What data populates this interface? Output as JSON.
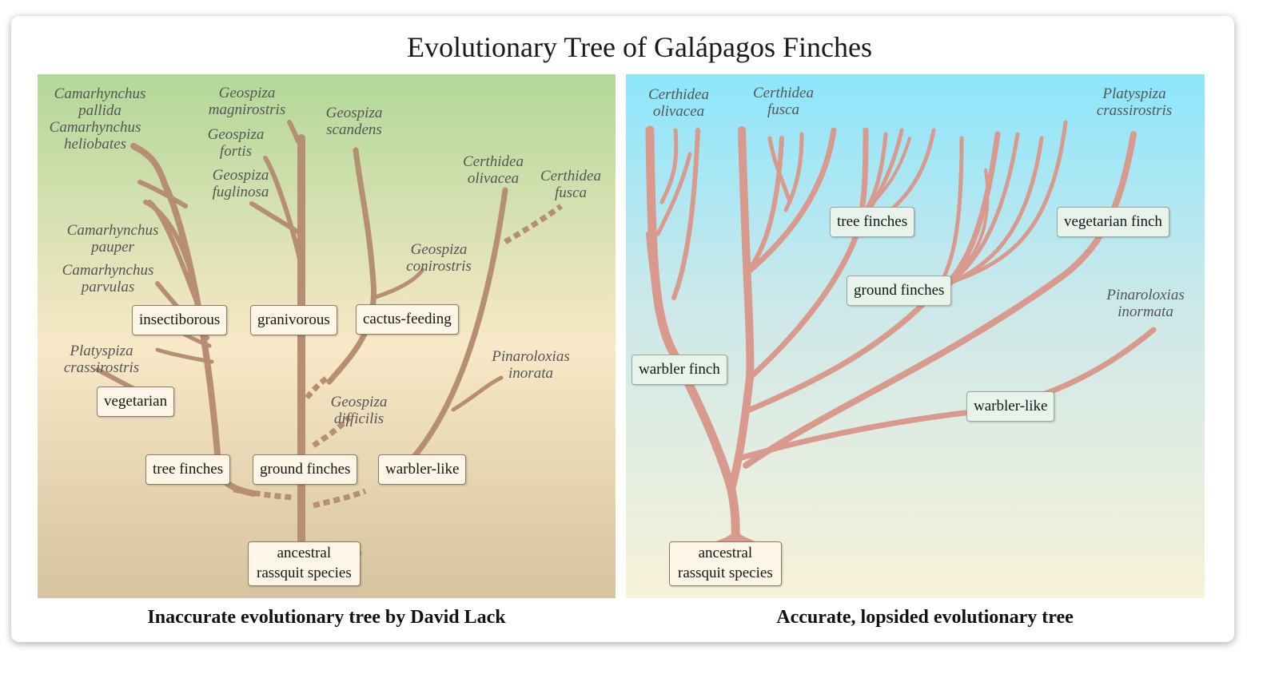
{
  "title": "Evolutionary Tree of Galápagos Finches",
  "left": {
    "caption": "Inaccurate evolutionary tree by David Lack",
    "species": [
      {
        "id": "cam-pallida",
        "lines": [
          "Camarhynchus",
          "pallida"
        ]
      },
      {
        "id": "cam-heliobates",
        "lines": [
          "Camarhynchus",
          "heliobates"
        ]
      },
      {
        "id": "geo-magnirostris",
        "lines": [
          "Geospiza",
          "magnirostris"
        ]
      },
      {
        "id": "geo-fortis",
        "lines": [
          "Geospiza",
          "fortis"
        ]
      },
      {
        "id": "geo-fuglinosa",
        "lines": [
          "Geospiza",
          "fuglinosa"
        ]
      },
      {
        "id": "geo-scandens",
        "lines": [
          "Geospiza",
          "scandens"
        ]
      },
      {
        "id": "cer-olivacea",
        "lines": [
          "Certhidea",
          "olivacea"
        ]
      },
      {
        "id": "cer-fusca",
        "lines": [
          "Certhidea",
          "fusca"
        ]
      },
      {
        "id": "cam-pauper",
        "lines": [
          "Camarhynchus",
          "pauper"
        ]
      },
      {
        "id": "cam-parvulas",
        "lines": [
          "Camarhynchus",
          "parvulas"
        ]
      },
      {
        "id": "geo-conirostris",
        "lines": [
          "Geospiza",
          "conirostris"
        ]
      },
      {
        "id": "pla-crassirostris",
        "lines": [
          "Platyspiza",
          "crassirostris"
        ]
      },
      {
        "id": "pin-inorata",
        "lines": [
          "Pinaroloxias",
          "inorata"
        ]
      },
      {
        "id": "geo-difficilis",
        "lines": [
          "Geospiza",
          "difficilis"
        ]
      }
    ],
    "boxes": {
      "insectiborous": "insectiborous",
      "granivorous": "granivorous",
      "cactus_feeding": "cactus-feeding",
      "vegetarian": "vegetarian",
      "tree_finches": "tree finches",
      "ground_finches": "ground finches",
      "warbler_like": "warbler-like",
      "ancestral": [
        "ancestral",
        "rassquit species"
      ]
    }
  },
  "right": {
    "caption": "Accurate, lopsided evolutionary tree",
    "species": [
      {
        "id": "cer-olivacea",
        "lines": [
          "Certhidea",
          "olivacea"
        ]
      },
      {
        "id": "cer-fusca",
        "lines": [
          "Certhidea",
          "fusca"
        ]
      },
      {
        "id": "pla-crassirostris",
        "lines": [
          "Platyspiza",
          "crassirostris"
        ]
      },
      {
        "id": "pin-inormata",
        "lines": [
          "Pinaroloxias",
          "inormata"
        ]
      }
    ],
    "boxes": {
      "tree_finches": "tree finches",
      "vegetarian_finch": "vegetarian finch",
      "ground_finches": "ground finches",
      "warbler_finch": "warbler finch",
      "warbler_like": "warbler-like",
      "ancestral": [
        "ancestral",
        "rassquit species"
      ]
    }
  },
  "colors": {
    "left_branch": "#b58e73",
    "right_branch": "#d9998c"
  }
}
